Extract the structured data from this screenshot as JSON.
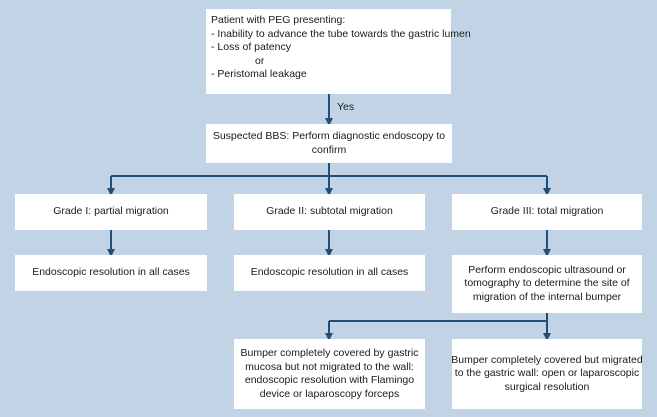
{
  "start": {
    "lines": [
      "Patient with PEG presenting:",
      "- Inability to advance the tube towards the gastric lumen",
      "- Loss of patency",
      "or",
      "- Peristomal leakage"
    ]
  },
  "yes_label": "Yes",
  "suspected": {
    "lines": [
      "Suspected BBS: Perform diagnostic endoscopy to",
      "confirm"
    ]
  },
  "grades": [
    {
      "label": "Grade I: partial migration",
      "outcome": "Endoscopic resolution in all cases"
    },
    {
      "label": "Grade II: subtotal migration",
      "outcome": "Endoscopic resolution in all cases"
    },
    {
      "label": "Grade III: total migration",
      "outcome_lines": [
        "Perform endoscopic ultrasound or",
        "tomography to determine the site of",
        "migration of the internal bumper"
      ]
    }
  ],
  "final": [
    {
      "lines": [
        "Bumper completely covered by gastric",
        "mucosa but not migrated to the wall:",
        "endoscopic resolution with Flamingo",
        "device or laparoscopy forceps"
      ]
    },
    {
      "lines": [
        "Bumper completely covered but migrated",
        "to the gastric wall: open or laparoscopic",
        "surgical resolution"
      ]
    }
  ],
  "colors": {
    "background": "#c3d3e6",
    "arrow": "#1f4e79",
    "box": "#ffffff"
  }
}
